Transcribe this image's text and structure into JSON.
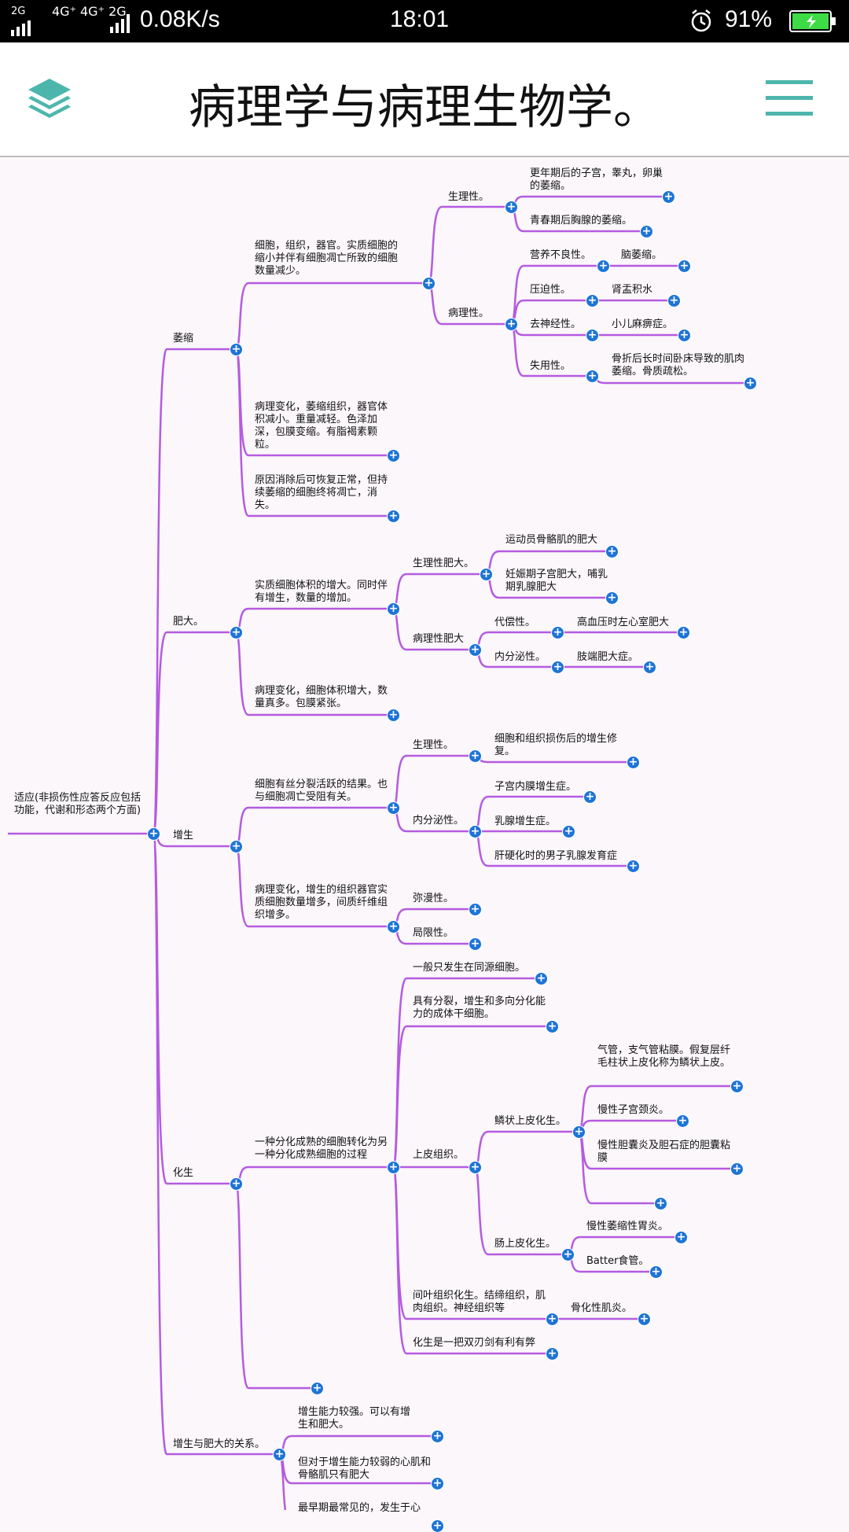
{
  "status_bar": {
    "network1": "2G",
    "network2": "4G⁺",
    "network3": "4G⁺ 2G",
    "speed": "0.08K/s",
    "time": "18:01",
    "battery": "91%"
  },
  "app_bar": {
    "title": "病理学与病理生物学。",
    "left_icon": "layers-icon",
    "right_icon": "menu-icon",
    "accent": "#4db6ac"
  },
  "mindmap": {
    "line_color": "#b55be0",
    "button_color": "#1e74d6",
    "root": "适应(非损伤性应答反应包括功能，代谢和形态两个方面)",
    "branches": {
      "atrophy": "萎缩",
      "hypertrophy": "肥大。",
      "hyperplasia": "增生",
      "metaplasia": "化生",
      "relation": "增生与肥大的关系。"
    },
    "atrophy": {
      "definition": "细胞，组织，器官。实质细胞的缩小并伴有细胞凋亡所致的细胞数量减少。",
      "physiological": "生理性。",
      "phys_1": "更年期后的子宫，睾丸，卵巢的萎缩。",
      "phys_2": "青春期后胸腺的萎缩。",
      "pathological": "病理性。",
      "malnutrition": "营养不良性。",
      "malnutrition_ex": "脑萎缩。",
      "pressure": "压迫性。",
      "pressure_ex": "肾盂积水",
      "denervation": "去神经性。",
      "denervation_ex": "小儿麻痹症。",
      "disuse": "失用性。",
      "disuse_ex": "骨折后长时间卧床导致的肌肉萎缩。骨质疏松。",
      "changes": "病理变化，萎缩组织，器官体积减小。重量减轻。色泽加深，包膜变缩。有脂褐素颗粒。",
      "outcome": "原因消除后可恢复正常，但持续萎缩的细胞终将凋亡，消失。"
    },
    "hypertrophy": {
      "definition": "实质细胞体积的增大。同时伴有增生，数量的增加。",
      "physiological": "生理性肥大。",
      "phys_1": "运动员骨骼肌的肥大",
      "phys_2": "妊娠期子宫肥大，哺乳期乳腺肥大",
      "pathological": "病理性肥大",
      "compensatory": "代偿性。",
      "compensatory_ex": "高血压时左心室肥大",
      "endocrine": "内分泌性。",
      "endocrine_ex": "肢端肥大症。",
      "changes": "病理变化，细胞体积增大，数量真多。包膜紧张。"
    },
    "hyperplasia": {
      "definition": "细胞有丝分裂活跃的结果。也与细胞凋亡受阻有关。",
      "physiological": "生理性。",
      "phys_1": "细胞和组织损伤后的增生修复。",
      "endocrine": "内分泌性。",
      "endo_1": "子宫内膜增生症。",
      "endo_2": "乳腺增生症。",
      "endo_3": "肝硬化时的男子乳腺发育症",
      "changes": "病理变化，增生的组织器官实质细胞数量增多，间质纤维组织增多。",
      "diffuse": "弥漫性。",
      "focal": "局限性。"
    },
    "metaplasia": {
      "definition": "一种分化成熟的细胞转化为另一种分化成熟细胞的过程",
      "same_source": "一般只发生在同源细胞。",
      "stem_cell": "具有分裂，增生和多向分化能力的成体干细胞。",
      "epithelial": "上皮组织。",
      "squamous": "鳞状上皮化生。",
      "sq_1": "气管，支气管粘膜。假复层纤毛柱状上皮化称为鳞状上皮。",
      "sq_2": "慢性子宫颈炎。",
      "sq_3": "慢性胆囊炎及胆石症的胆囊粘膜",
      "intestinal": "肠上皮化生。",
      "int_1": "慢性萎缩性胃炎。",
      "int_2": "Batter食管。",
      "mesenchymal": "间叶组织化生。结缔组织，肌肉组织。神经组织等",
      "mes_ex": "骨化性肌炎。",
      "double_edged": "化生是一把双刃剑有利有弊"
    },
    "relation": {
      "rel_1": "增生能力较强。可以有增生和肥大。",
      "rel_2": "但对于增生能力较弱的心肌和骨骼肌只有肥大",
      "rel_3": "最早期最常见的，发生于心"
    }
  }
}
